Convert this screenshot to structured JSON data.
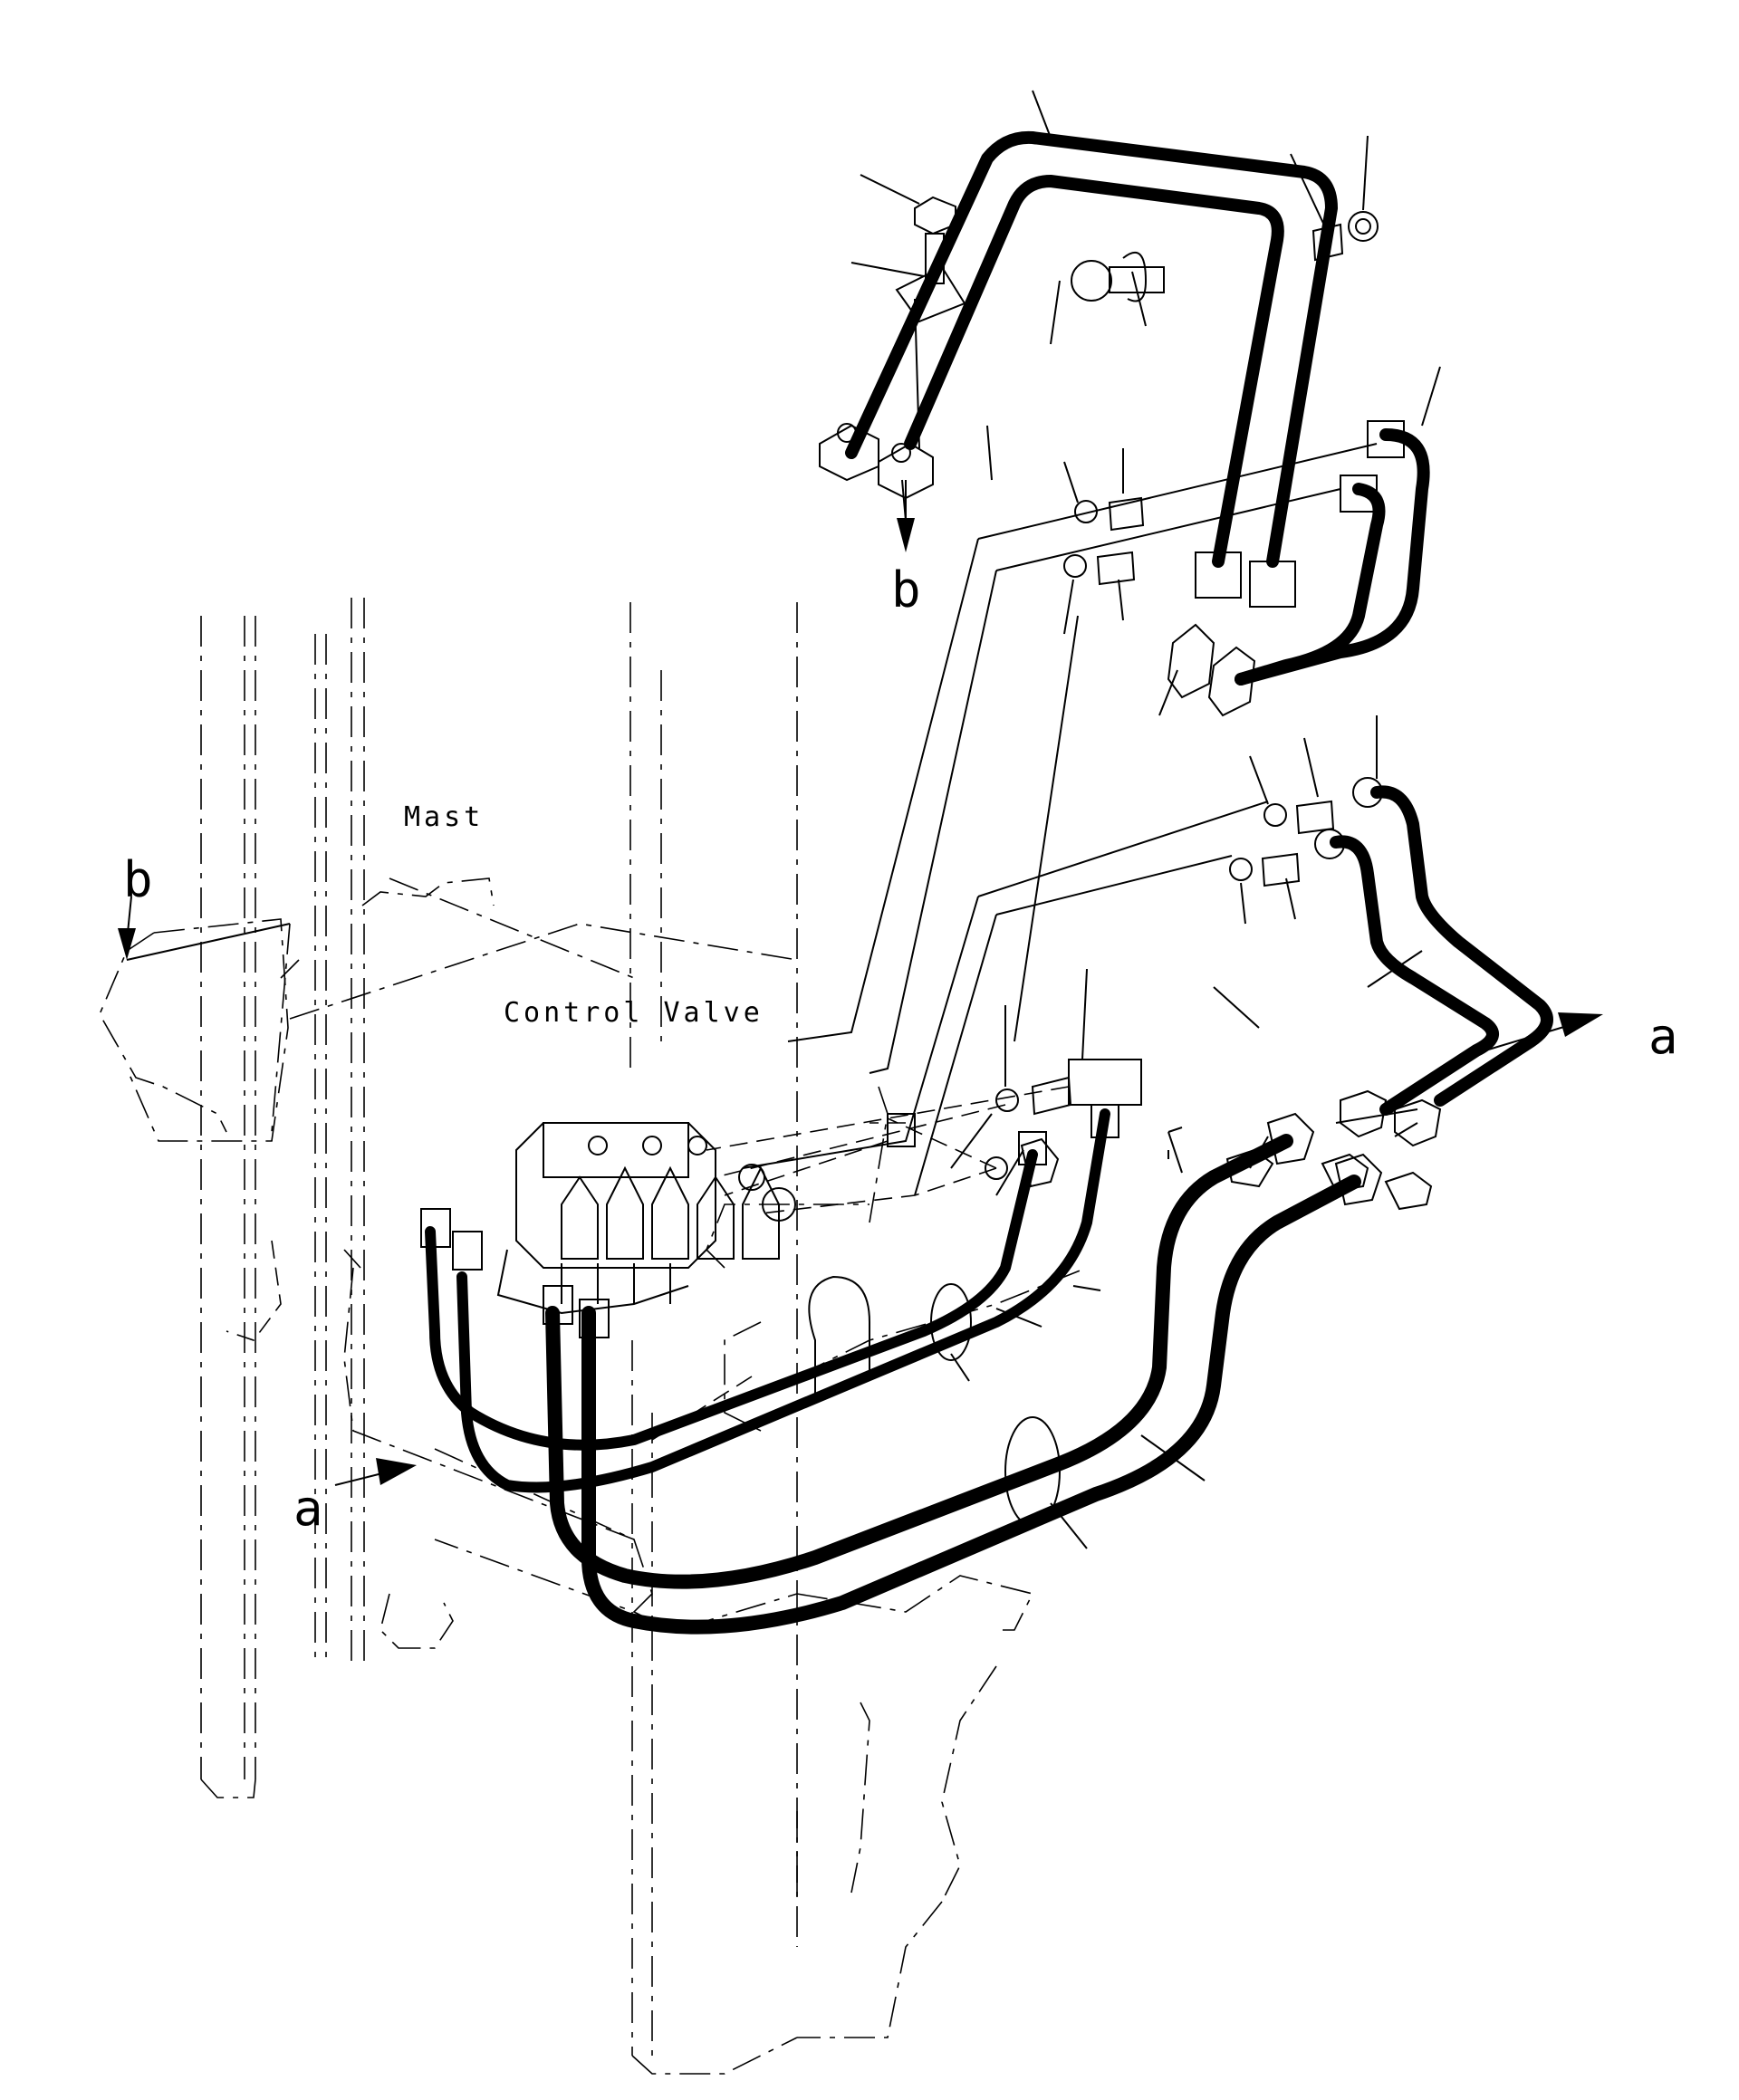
{
  "labels": {
    "mast": "Mast",
    "control_valve": "Control Valve",
    "section_a_left": "a",
    "section_a_right": "a",
    "section_b_top": "b",
    "section_b_left": "b"
  },
  "colors": {
    "line": "#000000",
    "background": "#ffffff"
  }
}
